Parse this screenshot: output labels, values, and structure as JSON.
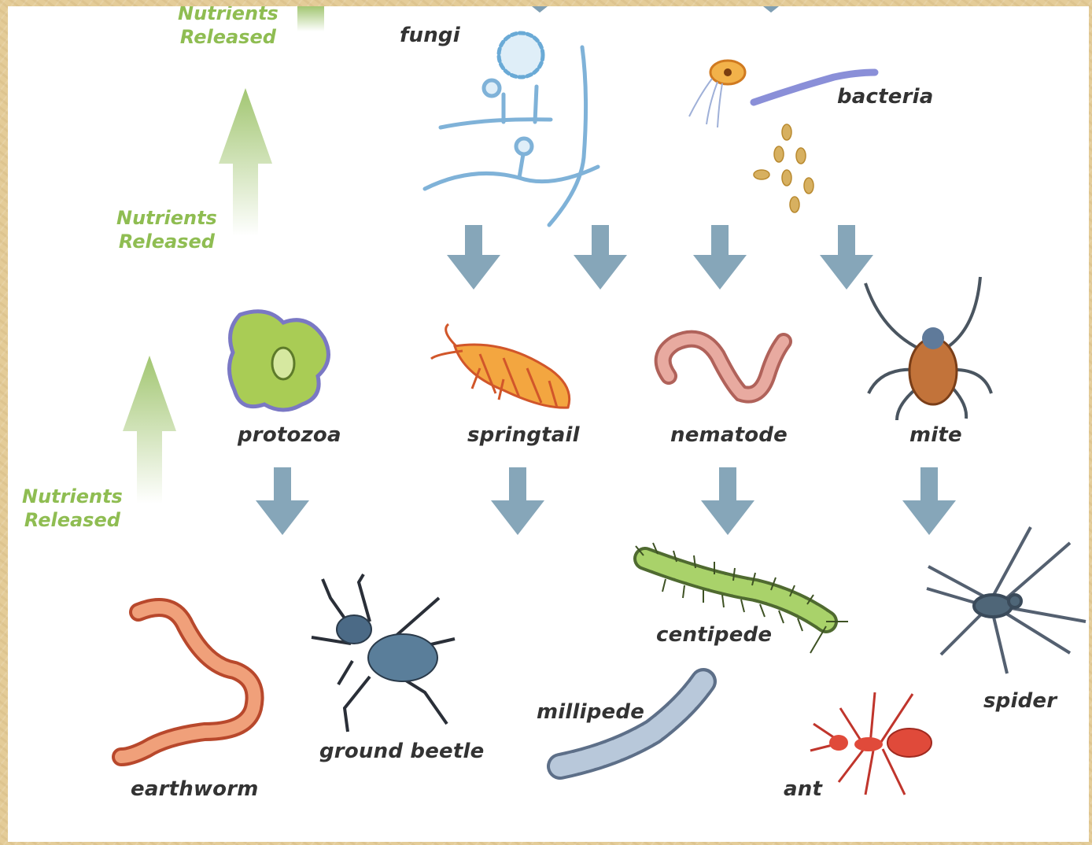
{
  "colors": {
    "nutrient_text": "#8fbd52",
    "nutrient_arrow": "#9dc36a",
    "flow_arrow": "#7f9fb3",
    "border": "#e4cc98",
    "label_text": "#333333"
  },
  "nutrients": [
    {
      "line1": "Nutrients",
      "line2": "Released"
    },
    {
      "line1": "Nutrients",
      "line2": "Released"
    },
    {
      "line1": "Nutrients",
      "line2": "Released"
    }
  ],
  "organisms": {
    "fungi": "fungi",
    "bacteria": "bacteria",
    "protozoa": "protozoa",
    "springtail": "springtail",
    "nematode": "nematode",
    "mite": "mite",
    "centipede": "centipede",
    "spider": "spider",
    "millipede": "millipede",
    "ant": "ant",
    "ground_beetle": "ground beetle",
    "earthworm": "earthworm"
  }
}
